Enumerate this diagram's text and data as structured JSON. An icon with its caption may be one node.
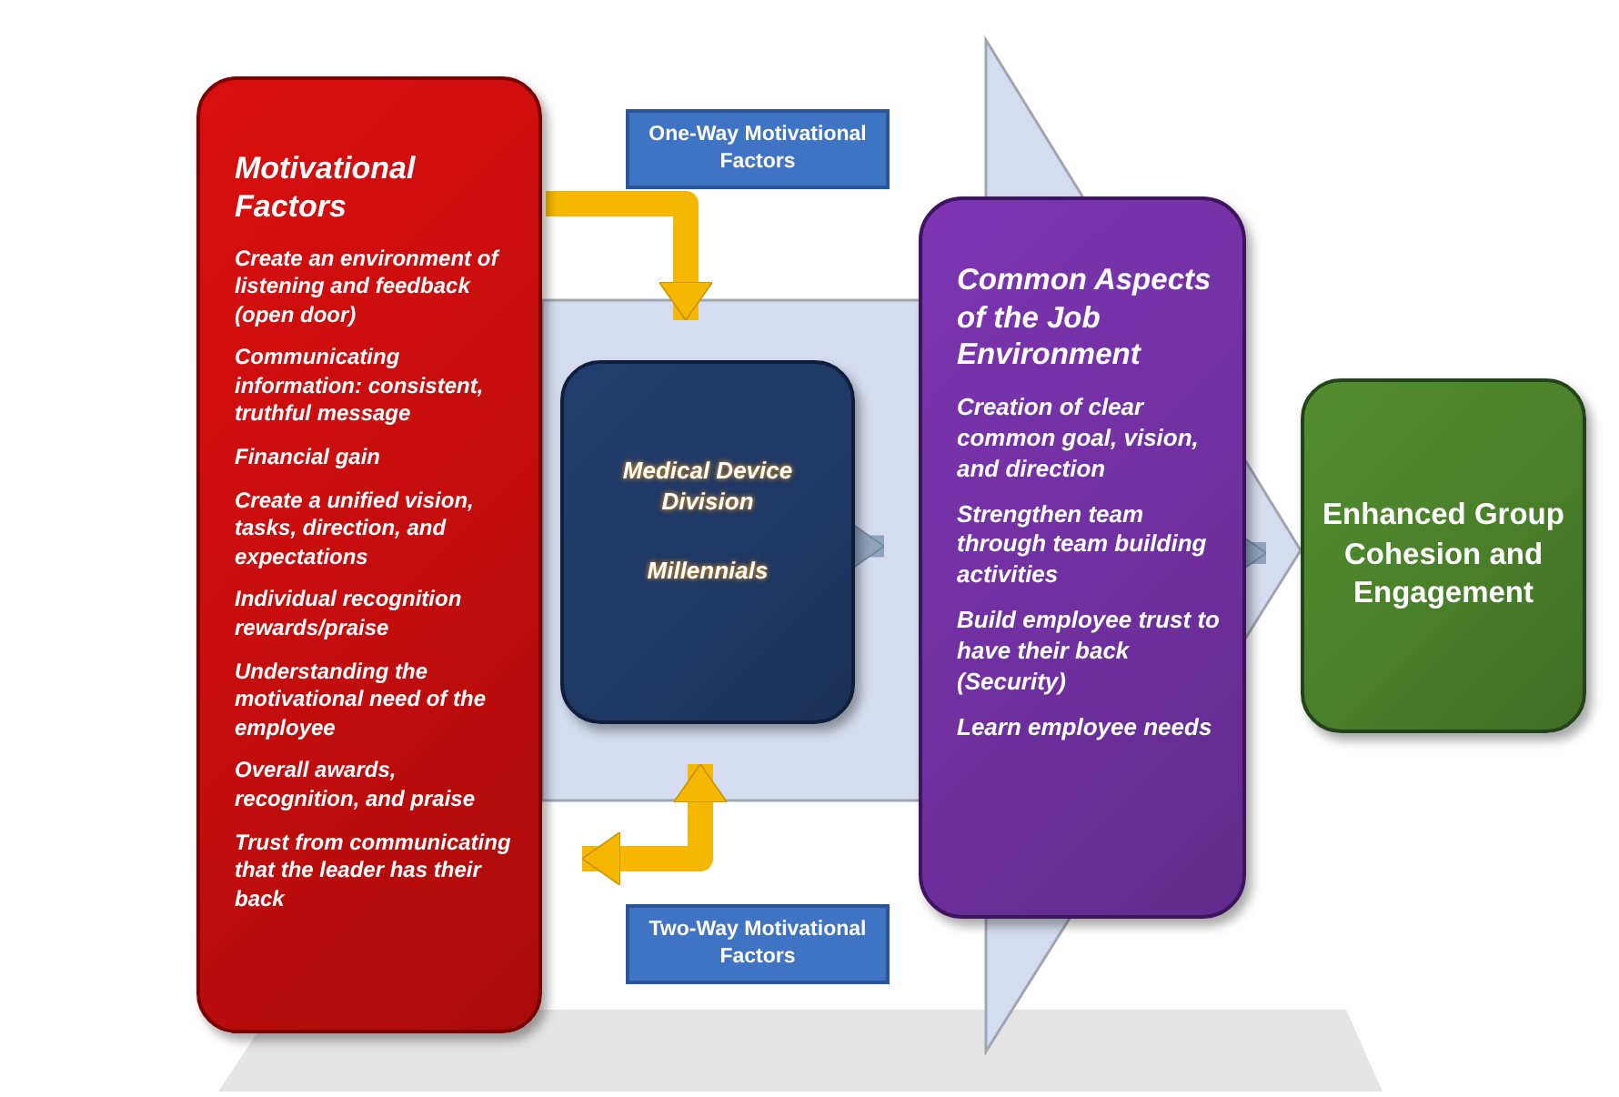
{
  "diagram": {
    "nodes": [
      {
        "text": [
          "Motivational Factors",
          "Create an environment of listening and feedback (open door)",
          "Communicating information: consistent, truthful message",
          "Financial gain",
          "Create a unified vision, tasks, direction, and expectations",
          "Individual recognition rewards/praise",
          "Understanding the motivational need of the employee",
          "Overall awards, recognition, and praise",
          "Trust from communicating that the leader has their back"
        ]
      },
      {
        "text": [
          "One-Way Motivational Factors"
        ]
      },
      {
        "text": [
          "Medical Device Division",
          "Millennials"
        ]
      },
      {
        "text": [
          "Common Aspects of the Job Environment",
          "Creation of clear common goal, vision, and direction",
          "Strengthen team through team building activities",
          "Build employee trust to have their back (Security)",
          "Learn employee needs"
        ]
      },
      {
        "text": [
          "Enhanced Group Cohesion and Engagement"
        ]
      },
      {
        "text": [
          "Two-Way Motivational Factors"
        ]
      }
    ],
    "edges": [
      {
        "from": 0,
        "to": 2,
        "arrow": "to",
        "color": "#f5b700"
      },
      {
        "from": 2,
        "to": 0,
        "arrow": "both",
        "color": "#f5b700"
      },
      {
        "from": 2,
        "to": 3,
        "arrow": "to",
        "color": "#8fa3bd"
      },
      {
        "from": 3,
        "to": 4,
        "arrow": "to",
        "color": "#8fa3bd"
      },
      {
        "from": 0,
        "to": 4,
        "arrow": "to",
        "style": "thick",
        "color": "#d5dcef"
      }
    ]
  }
}
